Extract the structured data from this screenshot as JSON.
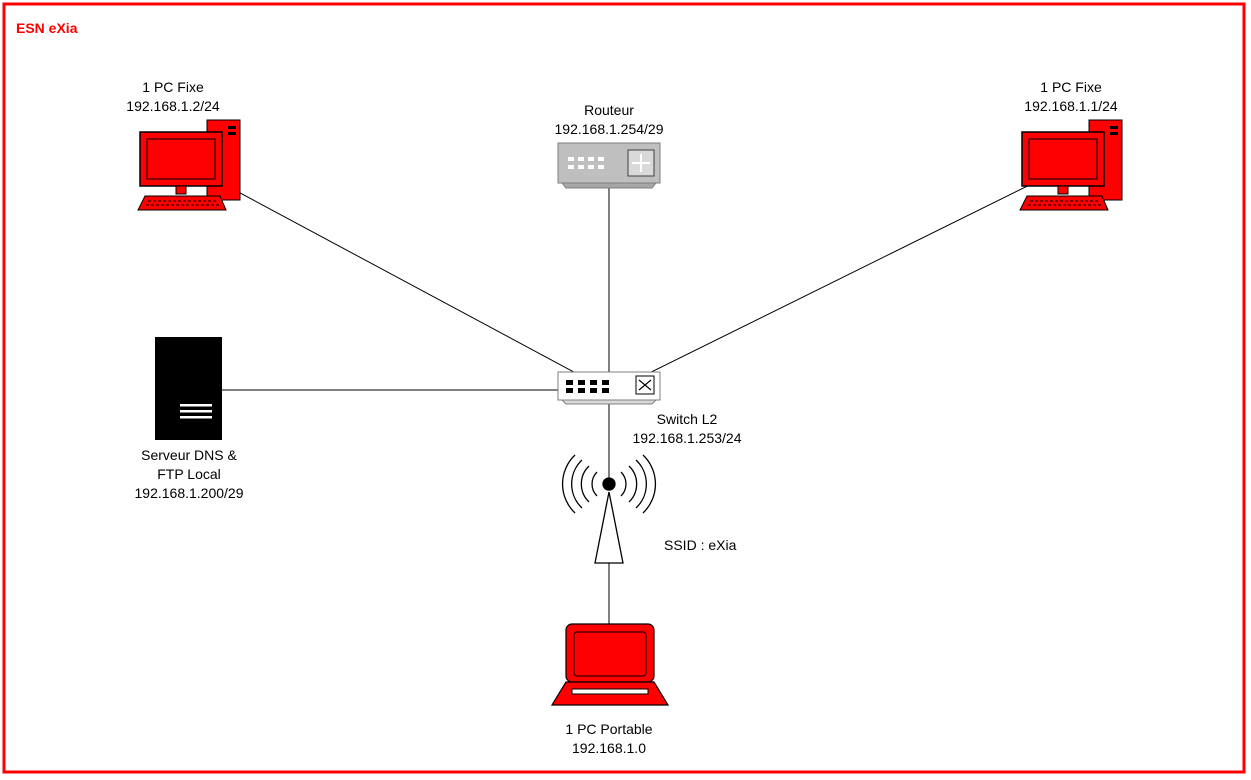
{
  "title": "ESN eXia",
  "colors": {
    "frame": "#ff0000",
    "device": "#ff0000",
    "line": "#000000",
    "network_gear": "#bfbfbf",
    "server": "#000000"
  },
  "nodes": {
    "pc_left": {
      "name": "1 PC Fixe",
      "ip": "192.168.1.2/24",
      "icon": "desktop-pc-icon"
    },
    "pc_right": {
      "name": "1 PC Fixe",
      "ip": "192.168.1.1/24",
      "icon": "desktop-pc-icon"
    },
    "router": {
      "name": "Routeur",
      "ip": "192.168.1.254/29",
      "icon": "router-icon"
    },
    "switch": {
      "name": "Switch L2",
      "ip": "192.168.1.253/24",
      "icon": "switch-icon"
    },
    "server": {
      "name_line1": "Serveur DNS &",
      "name_line2": "FTP Local",
      "ip": "192.168.1.200/29",
      "icon": "server-icon"
    },
    "wifi": {
      "ssid": "SSID : eXia",
      "icon": "wireless-antenna-icon"
    },
    "laptop": {
      "name": "1 PC Portable",
      "ip": "192.168.1.0",
      "icon": "laptop-icon"
    }
  }
}
